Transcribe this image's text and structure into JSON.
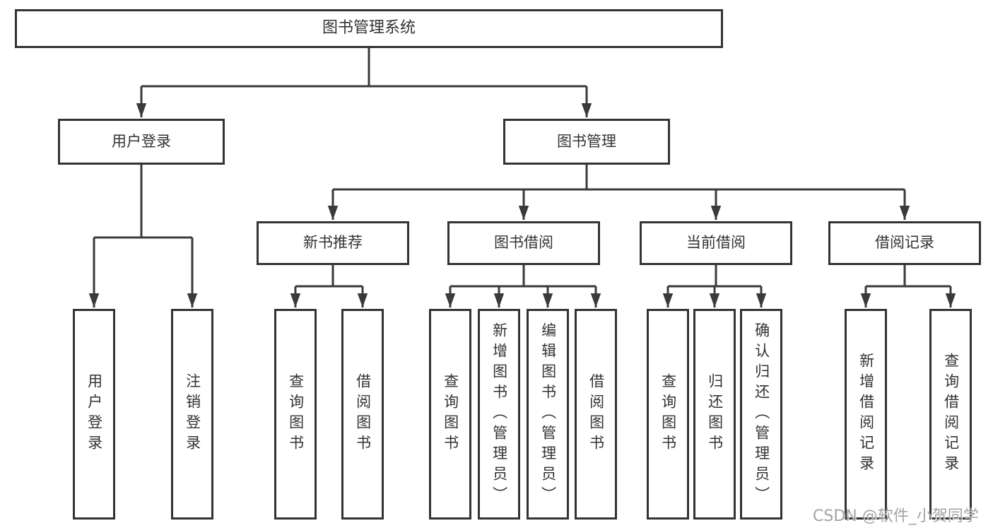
{
  "diagram": {
    "root": {
      "label": "图书管理系统"
    },
    "level2": [
      {
        "label": "用户登录"
      },
      {
        "label": "图书管理"
      }
    ],
    "level3": [
      {
        "label": "新书推荐",
        "parent": "图书管理"
      },
      {
        "label": "图书借阅",
        "parent": "图书管理"
      },
      {
        "label": "当前借阅",
        "parent": "图书管理"
      },
      {
        "label": "借阅记录",
        "parent": "图书管理"
      }
    ],
    "leaves": [
      {
        "label": "用户登录",
        "parent": "用户登录"
      },
      {
        "label": "注销登录",
        "parent": "用户登录"
      },
      {
        "label": "查询图书",
        "parent": "新书推荐"
      },
      {
        "label": "借阅图书",
        "parent": "新书推荐"
      },
      {
        "label": "查询图书",
        "parent": "图书借阅"
      },
      {
        "label": "新增图书（管理员）",
        "parent": "图书借阅"
      },
      {
        "label": "编辑图书（管理员）",
        "parent": "图书借阅"
      },
      {
        "label": "借阅图书",
        "parent": "图书借阅"
      },
      {
        "label": "查询图书",
        "parent": "当前借阅"
      },
      {
        "label": "归还图书",
        "parent": "当前借阅"
      },
      {
        "label": "确认归还（管理员）",
        "parent": "当前借阅"
      },
      {
        "label": "新增借阅记录",
        "parent": "借阅记录"
      },
      {
        "label": "查询借阅记录",
        "parent": "借阅记录"
      }
    ]
  },
  "watermark": {
    "text": "CSDN @软件_小贺同学"
  },
  "colors": {
    "line": "#3a3a3a",
    "box_border": "#333333",
    "text": "#333333",
    "watermark": "#a3a3a3",
    "background": "#ffffff"
  }
}
